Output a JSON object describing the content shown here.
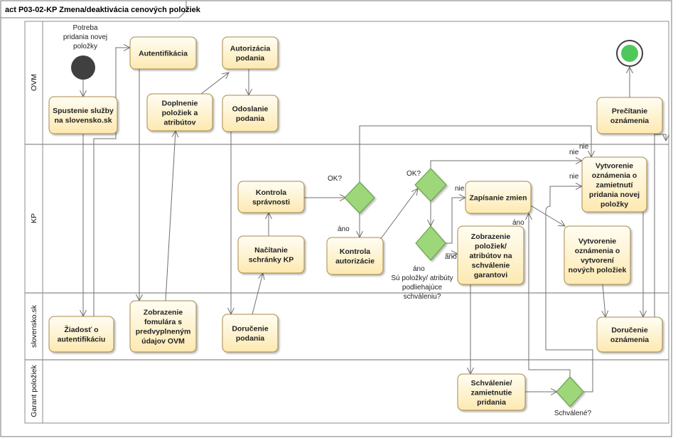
{
  "frame": {
    "title": "act P03-02-KP Zmena/deaktivácia cenových položiek"
  },
  "lanes": [
    {
      "id": "ovm",
      "label": "OVM"
    },
    {
      "id": "kp",
      "label": "KP"
    },
    {
      "id": "sk",
      "label": "slovensko.sk"
    },
    {
      "id": "gar",
      "label": "Garant položiek"
    }
  ],
  "start_note": [
    "Potreba",
    "pridania novej",
    "položky"
  ],
  "actions": {
    "spustenie": [
      "Spustenie služby",
      "na slovensko.sk"
    ],
    "autentifikacia": [
      "Autentifikácia"
    ],
    "autorizacia": [
      "Autorizácia",
      "podania"
    ],
    "doplnenie": [
      "Doplnenie",
      "položiek a",
      "atribútov"
    ],
    "odoslanie": [
      "Odoslanie",
      "podania"
    ],
    "precitanie": [
      "Prečítanie",
      "oznámenia"
    ],
    "kontrola_spravnosti": [
      "Kontrola",
      "správnosti"
    ],
    "nacitanie": [
      "Načítanie",
      "schránky KP"
    ],
    "kontrola_autorizacie": [
      "Kontrola",
      "autorizácie"
    ],
    "zapisanie": [
      "Zapísanie zmien"
    ],
    "zobrazenie_poloziek": [
      "Zobrazenie",
      "položiek/",
      "atribútov na",
      "schválenie",
      "garantovi"
    ],
    "vytvorenie_zamietnutia": [
      "Vytvorenie",
      "oznámenia o",
      "zamietnutí",
      "pridania novej",
      "položky"
    ],
    "vytvorenie_novych": [
      "Vytvorenie",
      "oznámenia o",
      "vytvorení",
      "nových položiek"
    ],
    "ziadost": [
      "Žiadosť o",
      "autentifikáciu"
    ],
    "zobrazenie_formulara": [
      "Zobrazenie",
      "fomulára s",
      "predvyplneným",
      "údajov OVM"
    ],
    "dorucenie_podania": [
      "Doručenie",
      "podania"
    ],
    "dorucenie_oznamenia": [
      "Doručenie",
      "oznámenia"
    ],
    "schvalenie": [
      "Schválenie/",
      "zamietnutie",
      "pridania"
    ]
  },
  "decision_labels": {
    "ok1": "OK?",
    "ok2": "OK?",
    "polozky": [
      "Sú položky/ atribúty",
      "podliehajúce",
      "schváleniu?"
    ],
    "schvalene": "Schválené?"
  },
  "edge_labels": {
    "ano1": "áno",
    "nie_top1": "nie",
    "nie_top2": "nie",
    "nie_mid": "nie",
    "nie_zap": "nie",
    "ano_dec": "áno",
    "ano_zob": "áno",
    "ano_sch": "áno"
  },
  "colors": {
    "action_fill_top": "#fffdf3",
    "action_fill_bottom": "#fde9b0",
    "action_stroke": "#a98a4c",
    "decision_fill": "#9ed67a",
    "decision_stroke": "#5f9a40",
    "start_node": "#404040",
    "final_inner": "#4fc85a",
    "lane_border": "#8c8c8c"
  }
}
